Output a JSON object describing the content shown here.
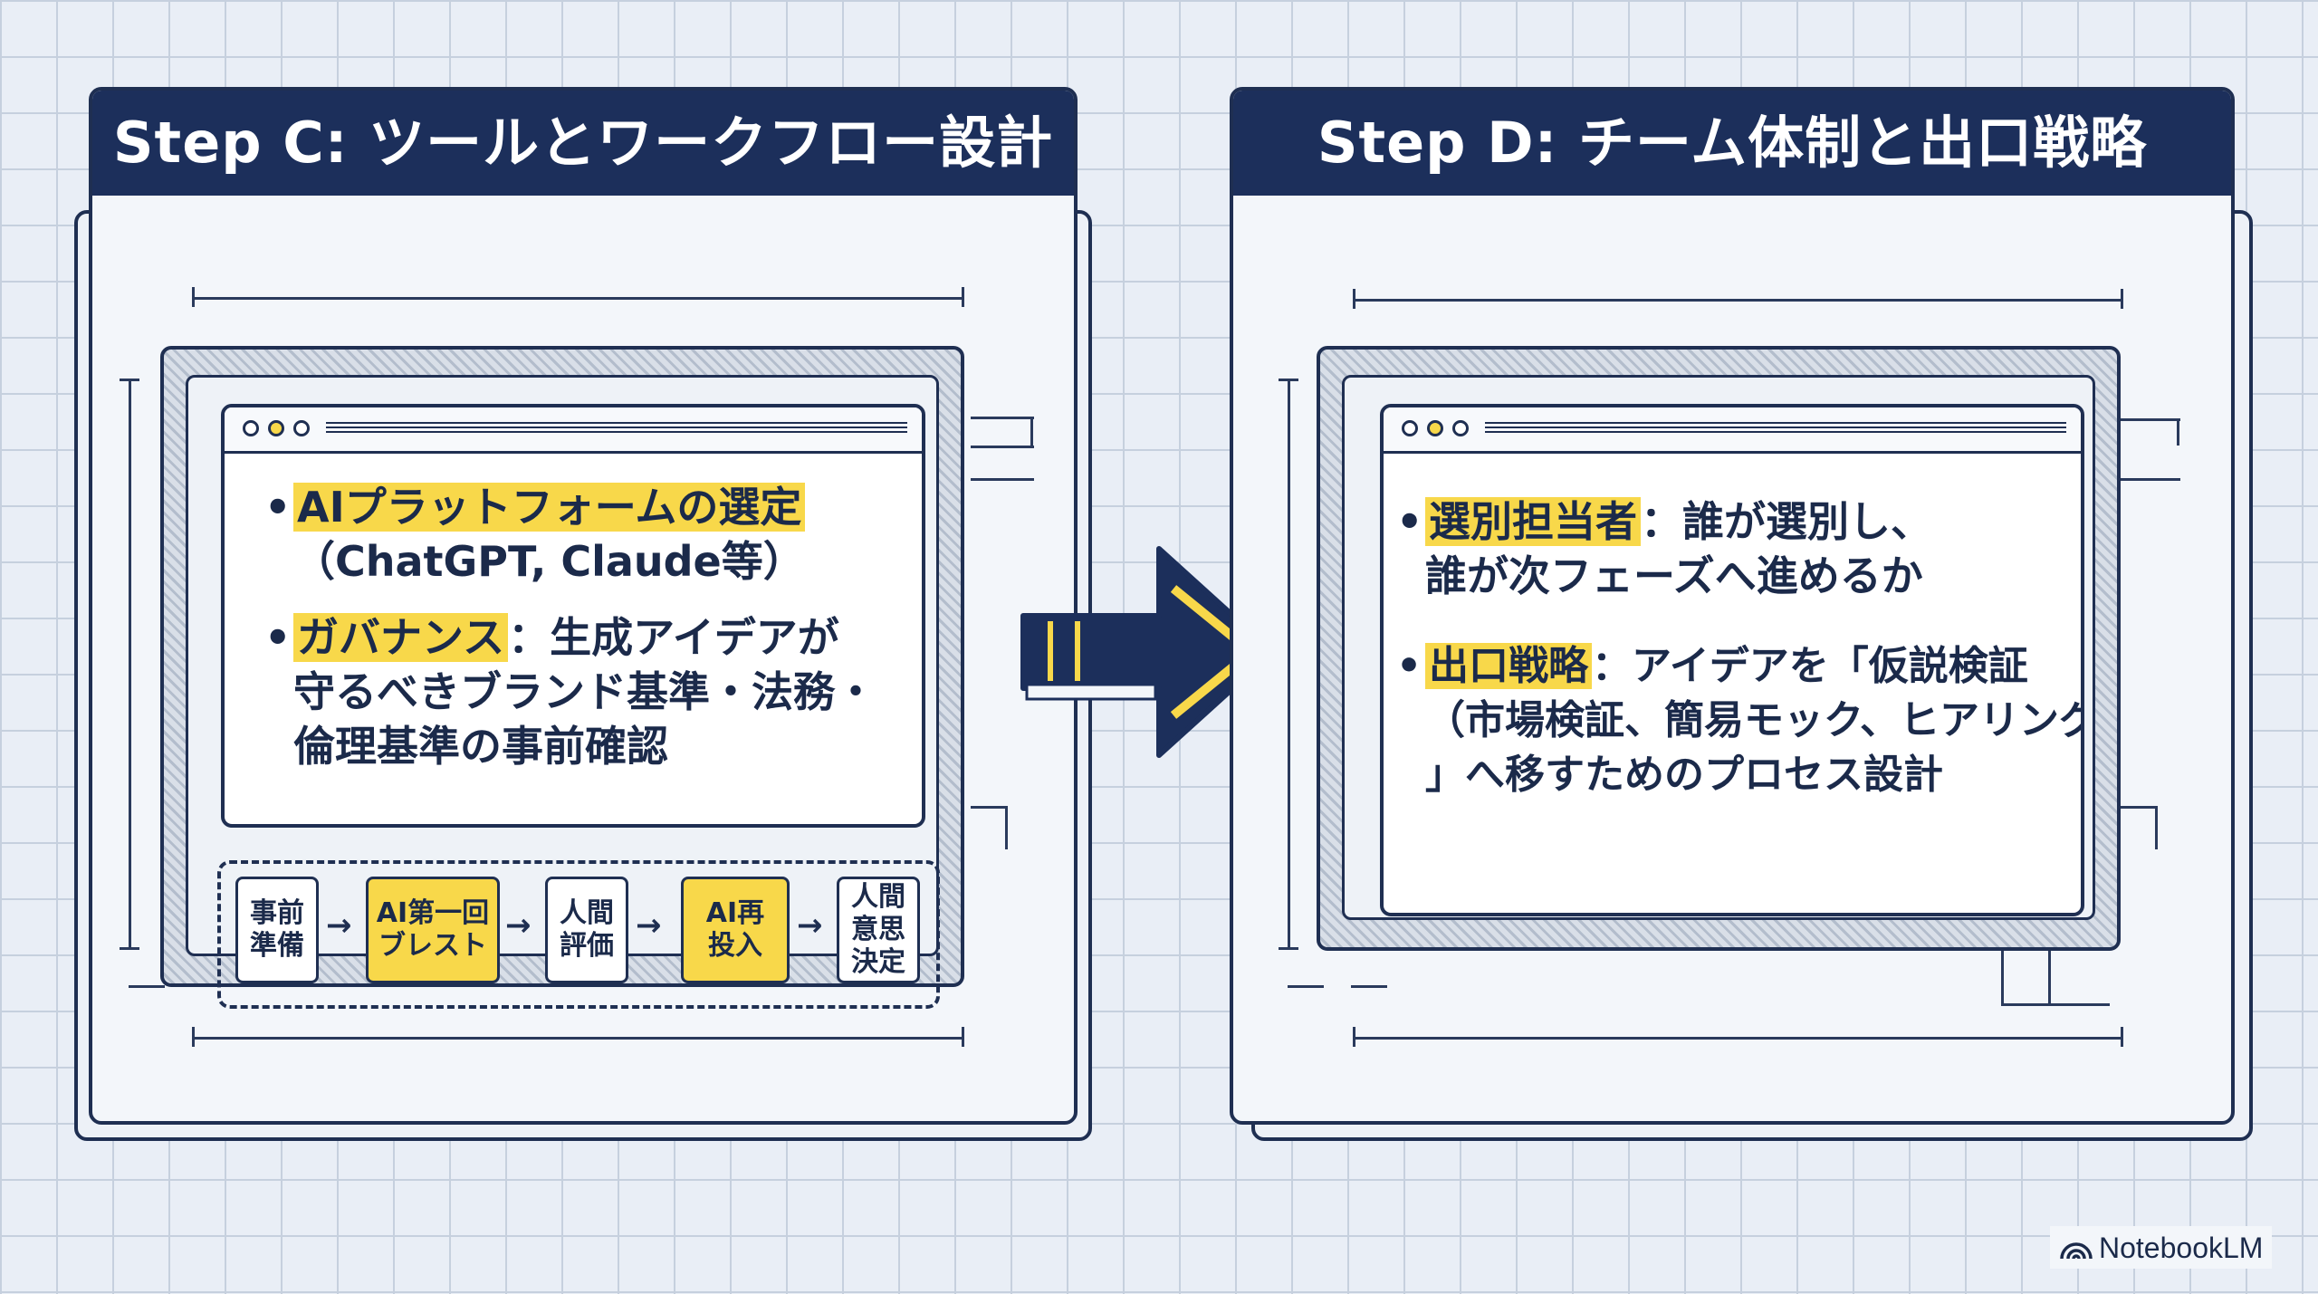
{
  "colors": {
    "navy": "#1c2f5b",
    "highlight": "#f8d84a",
    "grid_background": "#e9eef6"
  },
  "left_panel": {
    "title": "Step C: ツールとワークフロー設計",
    "bullets": [
      {
        "highlight": "AIプラットフォームの選定",
        "line1_rest": "",
        "lines": [
          "（ChatGPT, Claude等）"
        ]
      },
      {
        "highlight": "ガバナンス",
        "line1_rest": "：生成アイデアが",
        "lines": [
          "守るべきブランド基準・法務・",
          "倫理基準の事前確認"
        ]
      }
    ],
    "flow_steps": [
      {
        "label": "事前\n準備",
        "highlight": false
      },
      {
        "label": "AI第一回\nブレスト",
        "highlight": true
      },
      {
        "label": "人間\n評価",
        "highlight": false
      },
      {
        "label": "AI再\n投入",
        "highlight": true
      },
      {
        "label": "人間\n意思\n決定",
        "highlight": false
      }
    ],
    "flow_arrow_glyph": "→"
  },
  "right_panel": {
    "title": "Step D: チーム体制と出口戦略",
    "bullets": [
      {
        "highlight": "選別担当者",
        "line1_rest": "：誰が選別し、",
        "lines": [
          "誰が次フェーズへ進めるか"
        ]
      },
      {
        "highlight": "出口戦略",
        "line1_rest": "：アイデアを「仮説検証",
        "lines": [
          "（市場検証、簡易モック、ヒアリング）",
          "」へ移すためのプロセス設計"
        ]
      }
    ]
  },
  "connector_icon": "right-arrow-icon",
  "watermark": {
    "icon": "notebooklm-logo-icon",
    "text": "NotebookLM"
  }
}
